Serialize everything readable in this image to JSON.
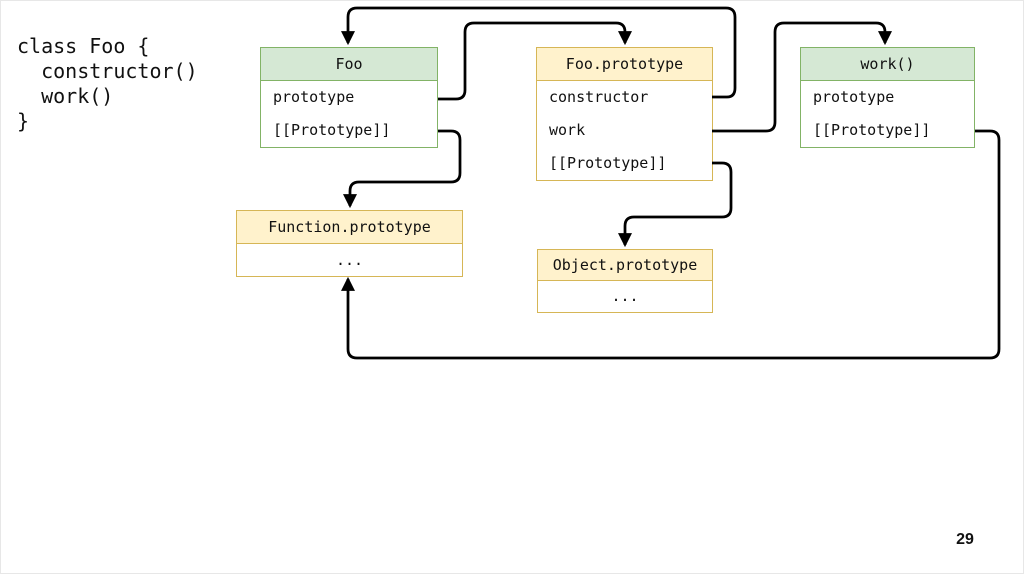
{
  "code_snippet": {
    "text": "class Foo {\n  constructor()\n  work()\n}"
  },
  "boxes": [
    {
      "id": "foo",
      "title": "Foo",
      "theme": "green",
      "rows": [
        "prototype",
        "[[Prototype]]"
      ]
    },
    {
      "id": "foo-prototype",
      "title": "Foo.prototype",
      "theme": "yellow",
      "rows": [
        "constructor",
        "work",
        "[[Prototype]]"
      ]
    },
    {
      "id": "work-function",
      "title": "work()",
      "theme": "green",
      "rows": [
        "prototype",
        "[[Prototype]]"
      ]
    },
    {
      "id": "function-prototype",
      "title": "Function.prototype",
      "theme": "yellow",
      "rows": [
        "..."
      ]
    },
    {
      "id": "object-prototype",
      "title": "Object.prototype",
      "theme": "yellow",
      "rows": [
        "..."
      ]
    }
  ],
  "edges": [
    {
      "from": "Foo.prototype.constructor",
      "to": "Foo"
    },
    {
      "from": "Foo.prototype (property of Foo)",
      "to": "Foo.prototype"
    },
    {
      "from": "Foo.prototype.work",
      "to": "work()"
    },
    {
      "from": "Foo.[[Prototype]]",
      "to": "Function.prototype"
    },
    {
      "from": "Foo.prototype.[[Prototype]]",
      "to": "Object.prototype"
    },
    {
      "from": "work().[[Prototype]]",
      "to": "Function.prototype"
    }
  ],
  "colors": {
    "green_fill": "#d5e8d4",
    "green_border": "#82b366",
    "yellow_fill": "#fff2cc",
    "yellow_border": "#d6b656",
    "line": "#000000"
  },
  "page_number": "29"
}
